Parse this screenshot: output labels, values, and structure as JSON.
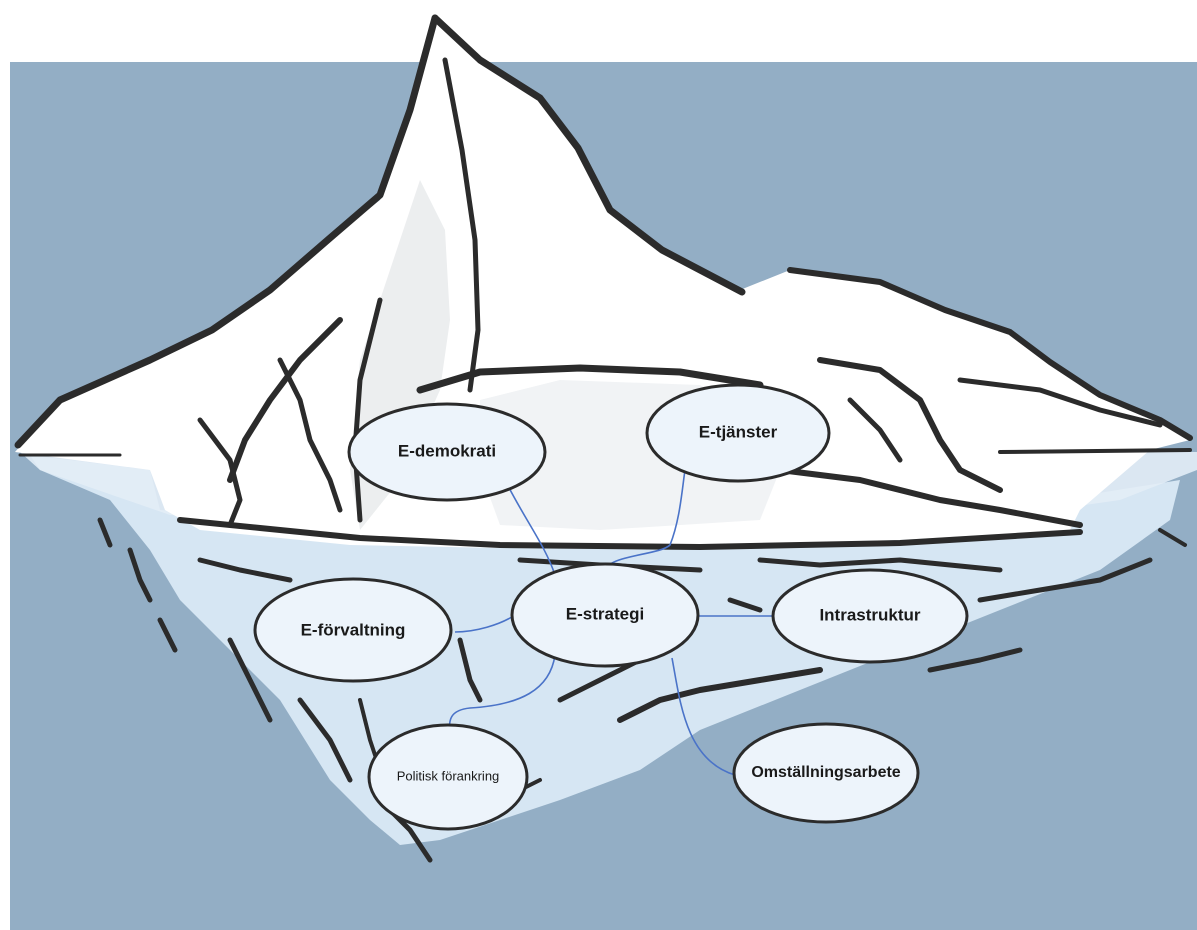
{
  "diagram": {
    "colors": {
      "sea": "#93aec5",
      "ice": "#ffffff",
      "ice_shadow": "#eef0f1",
      "underwater_ice": "#d6e6f3",
      "ink": "#2b2b2b",
      "connector": "#4a73c8",
      "node_fill": "#edf4fb"
    },
    "nodes": [
      {
        "id": "e-demokrati",
        "label": "E-demokrati"
      },
      {
        "id": "e-tjanster",
        "label": "E-tjänster"
      },
      {
        "id": "e-forvaltning",
        "label": "E-förvaltning"
      },
      {
        "id": "e-strategi",
        "label": "E-strategi"
      },
      {
        "id": "intrastruktur",
        "label": "Intrastruktur"
      },
      {
        "id": "politisk-forankring",
        "label": "Politisk förankring"
      },
      {
        "id": "omstallningsarbete",
        "label": "Omställningsarbete"
      }
    ],
    "edges": [
      {
        "from": "e-strategi",
        "to": "e-demokrati"
      },
      {
        "from": "e-strategi",
        "to": "e-tjanster"
      },
      {
        "from": "e-strategi",
        "to": "e-forvaltning"
      },
      {
        "from": "e-strategi",
        "to": "intrastruktur"
      },
      {
        "from": "e-strategi",
        "to": "politisk-forankring"
      },
      {
        "from": "e-strategi",
        "to": "omstallningsarbete"
      }
    ]
  }
}
